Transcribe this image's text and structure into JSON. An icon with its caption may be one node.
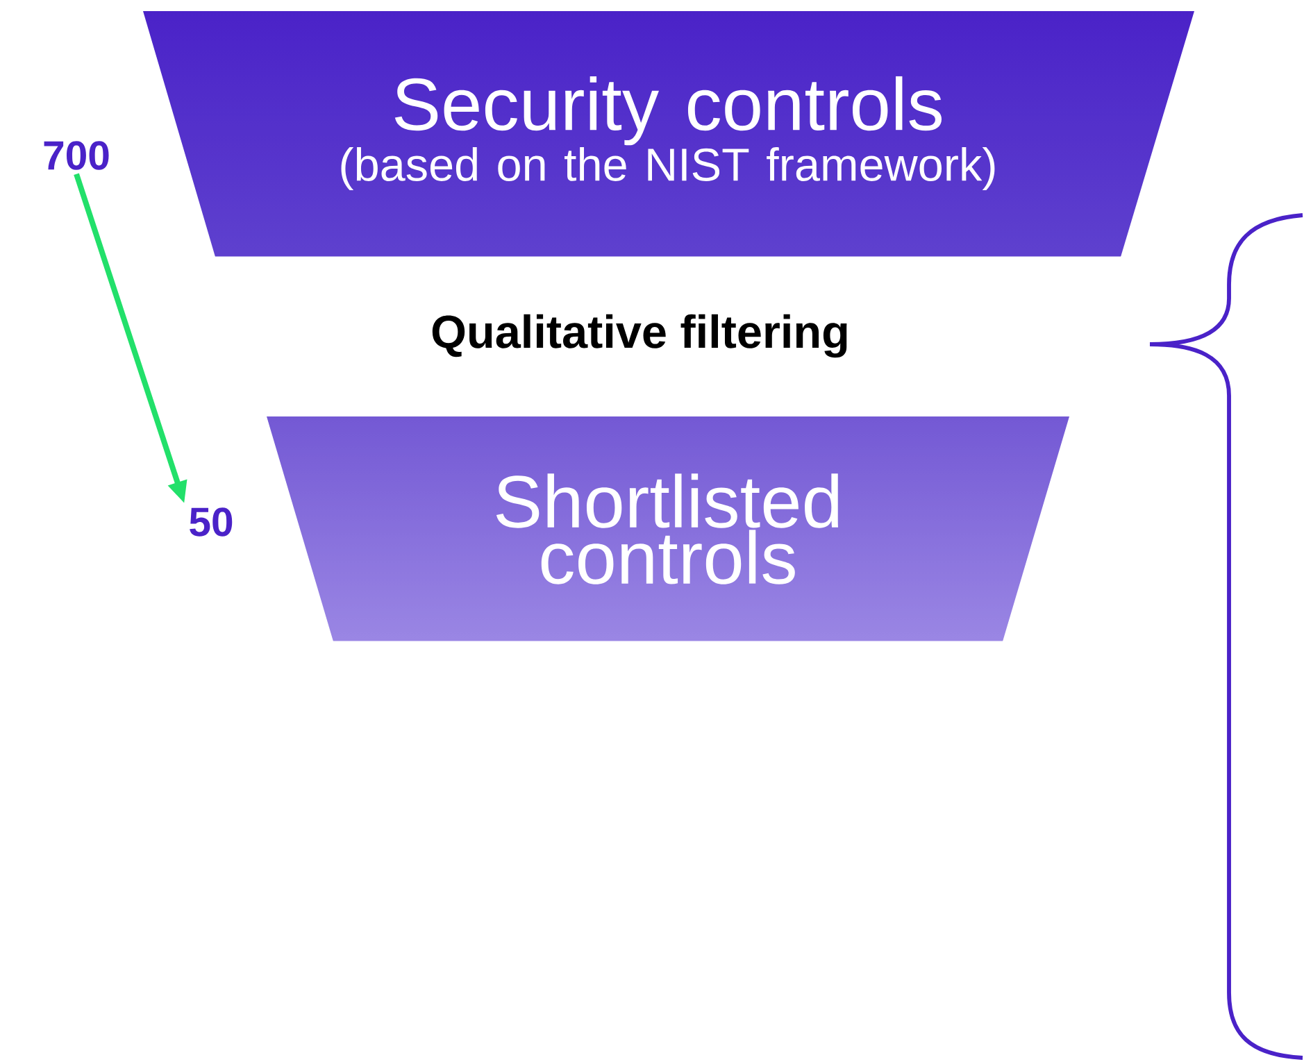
{
  "diagram": {
    "nodes": [
      {
        "text": [
          "Security controls",
          "(based on the NIST framework)"
        ]
      },
      {
        "text": [
          "Shortlisted controls"
        ]
      },
      {
        "text": [
          "700"
        ]
      },
      {
        "text": [
          "50"
        ]
      }
    ],
    "edges": [
      {
        "from": 2,
        "to": 3,
        "arrow": "to",
        "color": "#22e06a"
      }
    ],
    "labels": [
      "Qualitative filtering"
    ]
  }
}
